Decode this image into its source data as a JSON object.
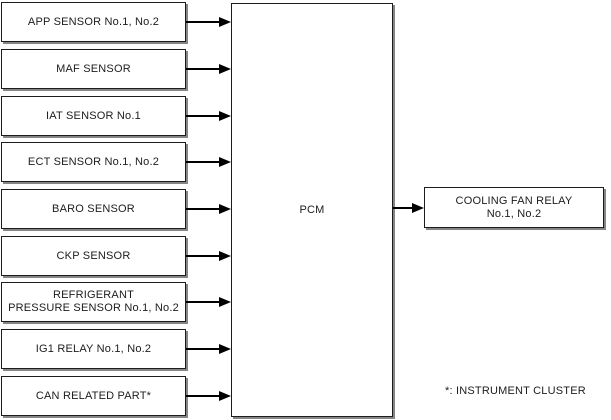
{
  "diagram": {
    "type": "block-diagram",
    "inputs": [
      "APP SENSOR No.1, No.2",
      "MAF SENSOR",
      "IAT SENSOR No.1",
      "ECT SENSOR No.1, No.2",
      "BARO SENSOR",
      "CKP SENSOR",
      "REFRIGERANT\nPRESSURE SENSOR No.1, No.2",
      "IG1 RELAY No.1, No.2",
      "CAN RELATED PART*"
    ],
    "center_label": "PCM",
    "outputs": [
      "COOLING FAN RELAY\nNo.1, No.2"
    ],
    "footnote": "*: INSTRUMENT CLUSTER",
    "colors": {
      "background": "#ffffff",
      "box_border": "#1c1c1c",
      "box_shadow": "#868686",
      "arrow": "#000000",
      "text": "#1c1c1c"
    }
  }
}
